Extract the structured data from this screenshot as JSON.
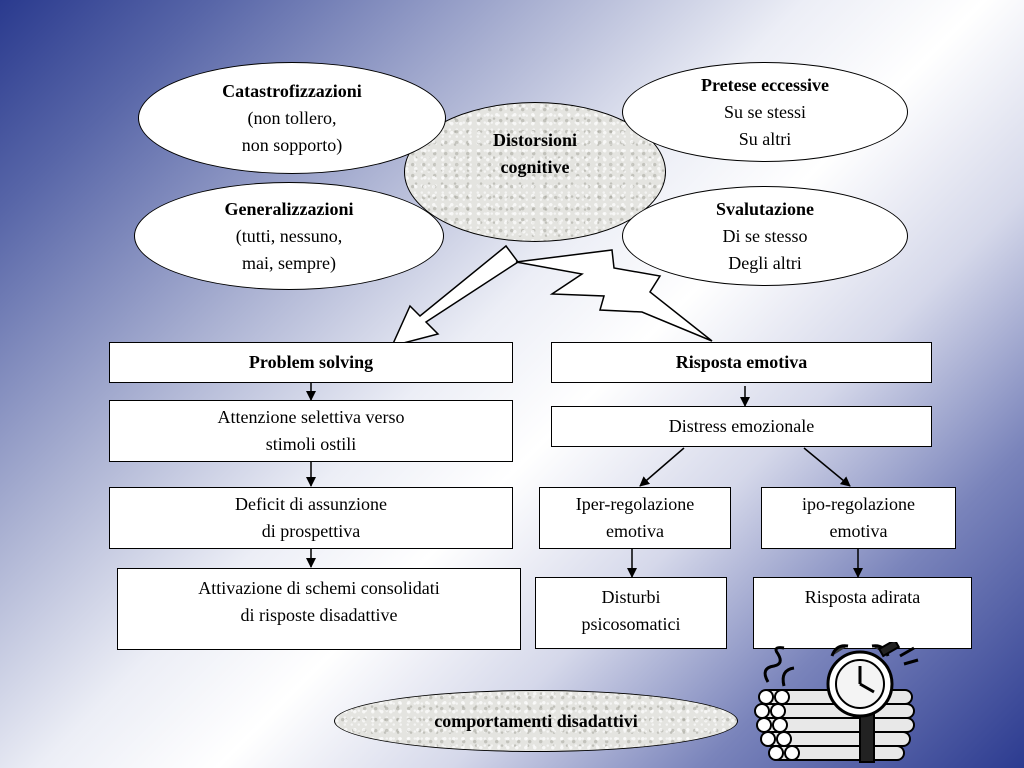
{
  "center": {
    "line1": "Distorsioni",
    "line2": "cognitive"
  },
  "catastro": {
    "title": "Catastrofizzazioni",
    "line1": "(non tollero,",
    "line2": "non sopporto)"
  },
  "pretese": {
    "title": "Pretese eccessive",
    "line1": "Su se stessi",
    "line2": "Su altri"
  },
  "general": {
    "title": "Generalizzazioni",
    "line1": "(tutti, nessuno,",
    "line2": "mai, sempre)"
  },
  "svalut": {
    "title": "Svalutazione",
    "line1": "Di se stesso",
    "line2": "Degli altri"
  },
  "left_column": {
    "header": "Problem solving",
    "step1": {
      "line1": "Attenzione selettiva verso",
      "line2": "stimoli ostili"
    },
    "step2": {
      "line1": "Deficit di assunzione",
      "line2": "di prospettiva"
    },
    "step3": {
      "line1": "Attivazione di schemi consolidati",
      "line2": "di risposte disadattive"
    }
  },
  "right_column": {
    "header": "Risposta emotiva",
    "distress": "Distress emozionale",
    "iper": {
      "line1": "Iper-regolazione",
      "line2": "emotiva"
    },
    "ipo": {
      "line1": "ipo-regolazione",
      "line2": "emotiva"
    },
    "disturbi": {
      "line1": "Disturbi",
      "line2": "psicosomatici"
    },
    "adirata": "Risposta adirata"
  },
  "bottom": {
    "label": "comportamenti disadattivi"
  },
  "clipart": {
    "icon": "dynamite-clock-icon"
  }
}
